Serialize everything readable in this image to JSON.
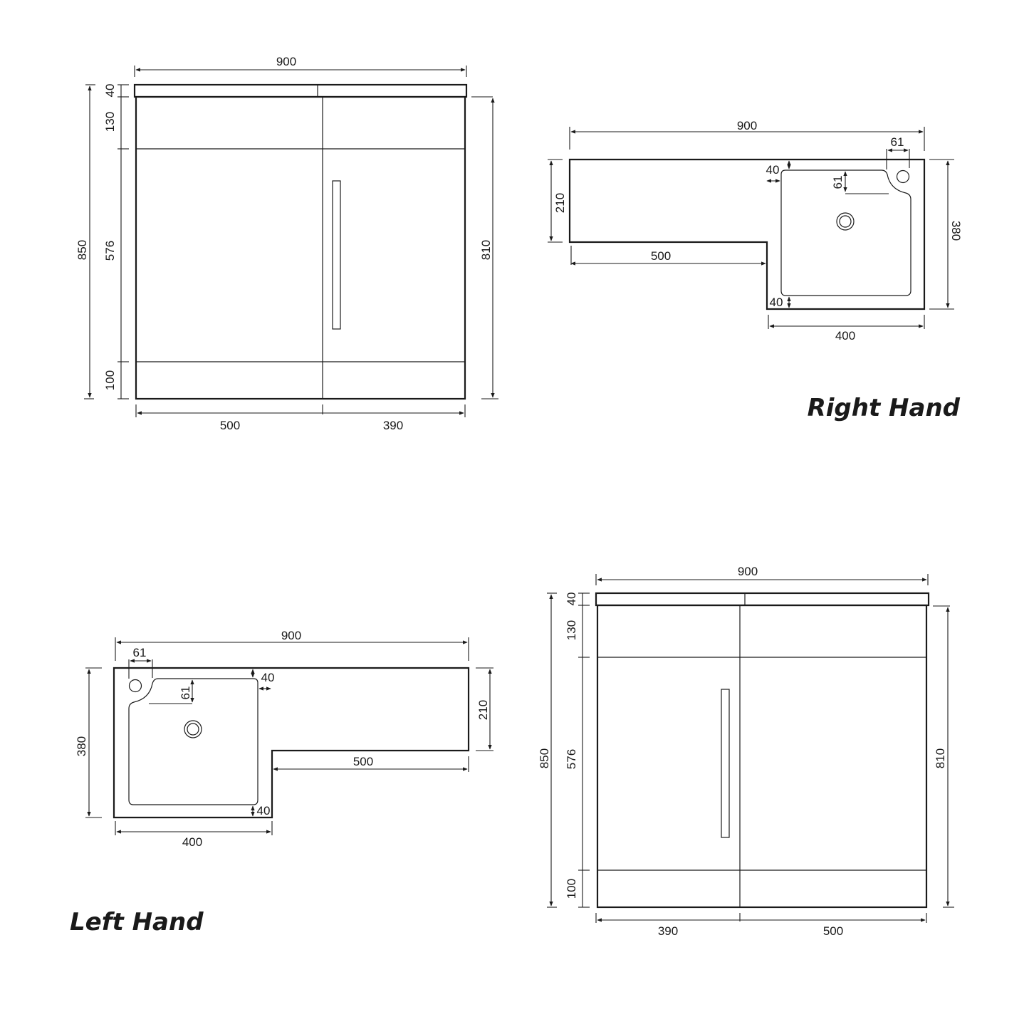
{
  "titles": {
    "right_hand": "Right Hand",
    "left_hand": "Left Hand"
  },
  "front_view_right": {
    "overall_width": "900",
    "total_height": "850",
    "carcass_height": "810",
    "worktop_thickness": "40",
    "top_rail": "130",
    "door_height": "576",
    "plinth": "100",
    "left_width": "500",
    "right_width": "390"
  },
  "plan_view_right": {
    "overall_width": "900",
    "narrow_depth": "210",
    "basin_depth": "380",
    "worktop_length": "500",
    "basin_width": "400",
    "tap_hole_offset_x": "61",
    "tap_hole_offset_y": "61",
    "edge_side": "40",
    "edge_top": "40",
    "edge_bottom": "40"
  },
  "plan_view_left": {
    "overall_width": "900",
    "narrow_depth": "210",
    "basin_depth": "380",
    "worktop_length": "500",
    "basin_width": "400",
    "tap_hole_offset_x": "61",
    "tap_hole_offset_y": "61",
    "edge_side": "40",
    "edge_top": "40",
    "edge_bottom": "40"
  },
  "front_view_left": {
    "overall_width": "900",
    "total_height": "850",
    "carcass_height": "810",
    "worktop_thickness": "40",
    "top_rail": "130",
    "door_height": "576",
    "plinth": "100",
    "left_width": "390",
    "right_width": "500"
  },
  "colors": {
    "line": "#1a1a1a",
    "background": "#ffffff"
  }
}
